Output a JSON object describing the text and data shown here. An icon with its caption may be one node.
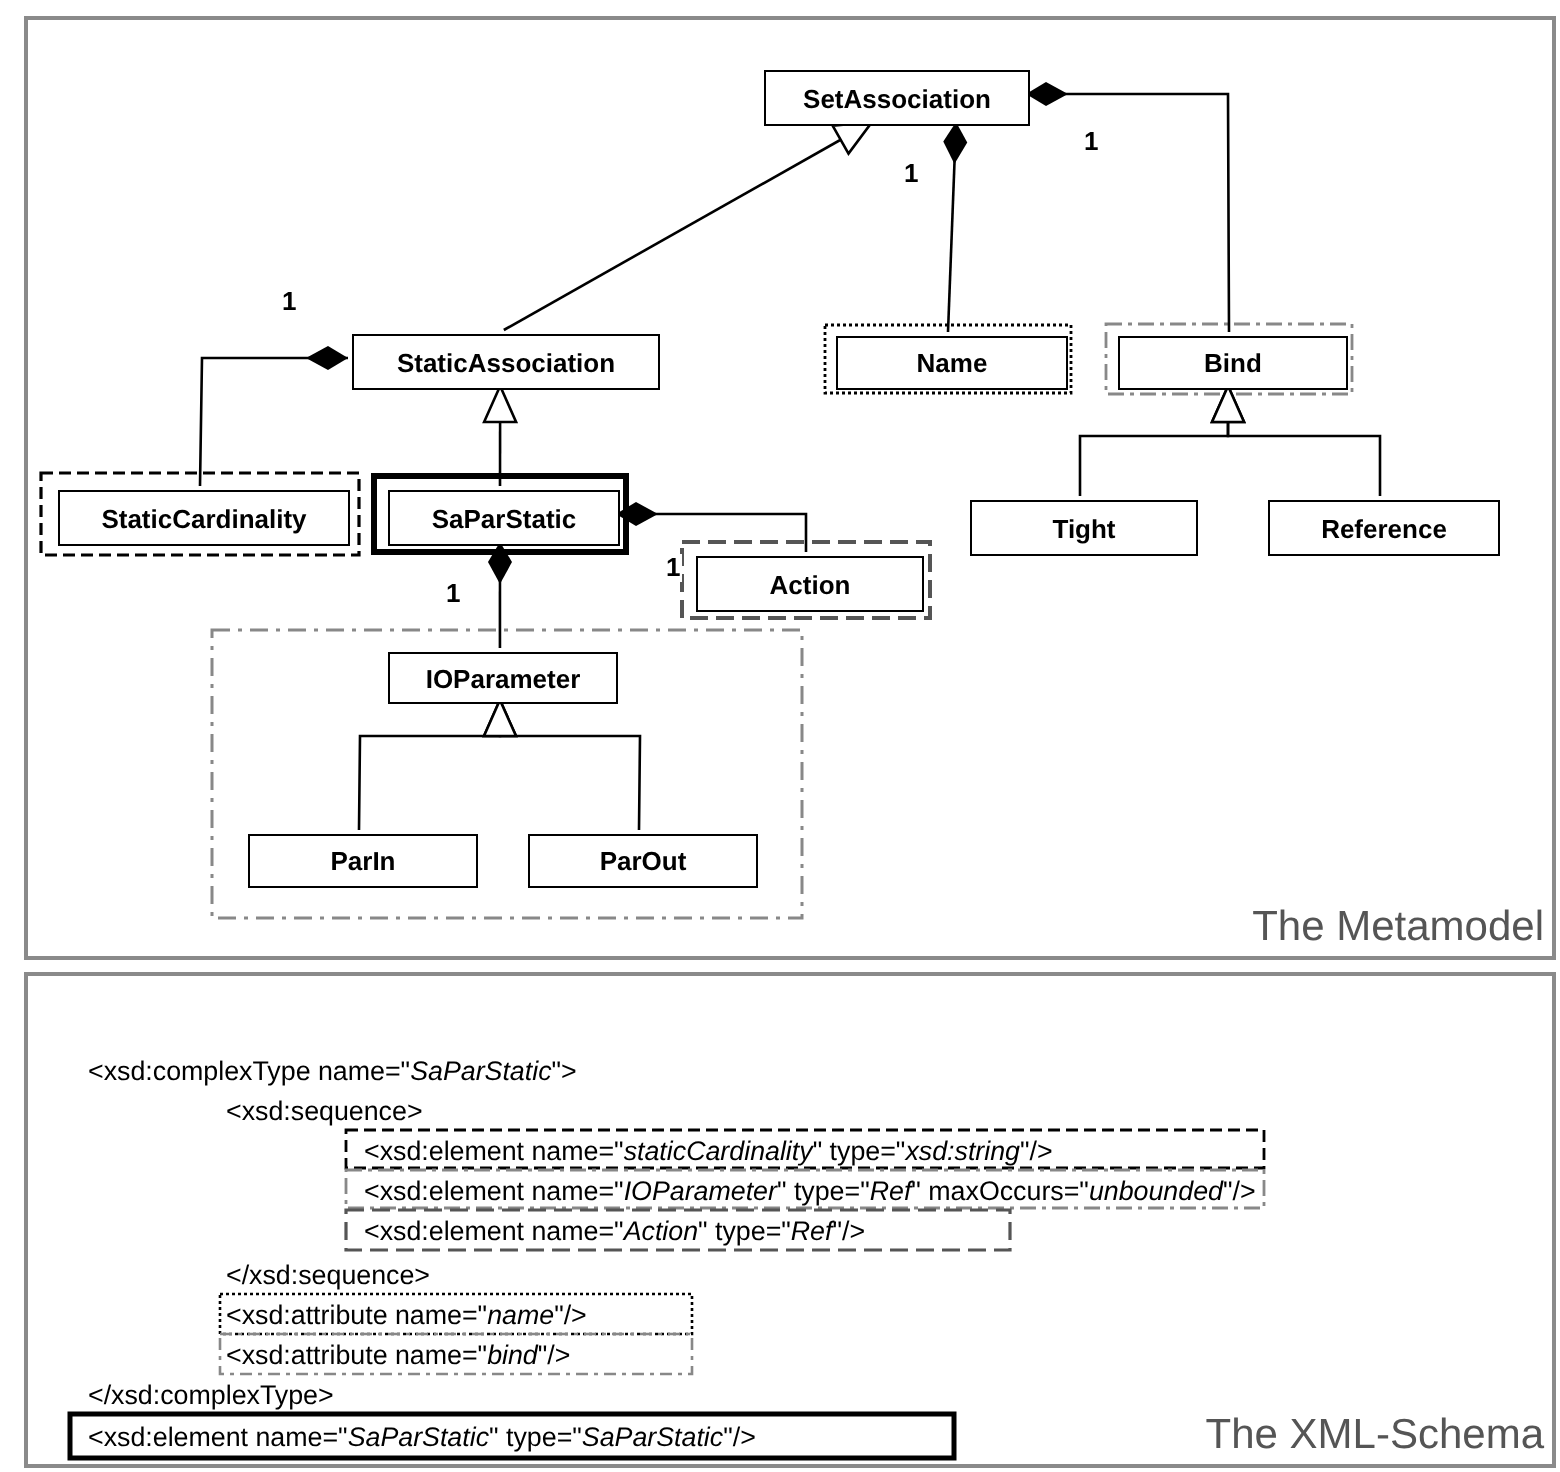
{
  "diagram": {
    "nodes": [
      {
        "text": [
          "The Metamodel"
        ]
      },
      {
        "text": [
          "SetAssociation"
        ],
        "in": 0
      },
      {
        "text": [
          "StaticAssociation"
        ],
        "in": 0
      },
      {
        "text": [
          "Name"
        ],
        "in": 0
      },
      {
        "text": [
          "Bind"
        ],
        "in": 0
      },
      {
        "text": [
          "StaticCardinality"
        ],
        "in": 0
      },
      {
        "text": [
          "SaParStatic"
        ],
        "in": 0
      },
      {
        "text": [
          "Tight"
        ],
        "in": 0
      },
      {
        "text": [
          "Reference"
        ],
        "in": 0
      },
      {
        "text": [
          "Action"
        ],
        "in": 0
      },
      {
        "text": [],
        "shape": "box",
        "in": 0
      },
      {
        "text": [
          "IOParameter"
        ],
        "in": 10
      },
      {
        "text": [
          "ParIn"
        ],
        "in": 10
      },
      {
        "text": [
          "ParOut"
        ],
        "in": 10
      },
      {
        "text": [
          "The XML-Schema"
        ]
      }
    ],
    "edges": [
      {
        "from": 2,
        "to": 1,
        "arrow": "to"
      },
      {
        "from": 1,
        "to": 3,
        "arrow": "other",
        "label": "1"
      },
      {
        "from": 1,
        "to": 4,
        "arrow": "other",
        "label": "1"
      },
      {
        "from": 2,
        "to": 5,
        "arrow": "other",
        "label": "1"
      },
      {
        "from": 6,
        "to": 2,
        "arrow": "to"
      },
      {
        "from": 7,
        "to": 4,
        "arrow": "to"
      },
      {
        "from": 8,
        "to": 4,
        "arrow": "to"
      },
      {
        "from": 6,
        "to": 9,
        "arrow": "other",
        "label": "1"
      },
      {
        "from": 6,
        "to": 11,
        "arrow": "other",
        "label": "1"
      },
      {
        "from": 12,
        "to": 11,
        "arrow": "to"
      },
      {
        "from": 13,
        "to": 11,
        "arrow": "to"
      }
    ],
    "labels": [
      "<xsd:complexType name=\"*SaParStatic*\">",
      "<xsd:sequence>",
      "<xsd:element name=\"*staticCardinality*\" type=\"*xsd:string*\"/>",
      "<xsd:element name=\"*IOParameter*\" type=\"*Ref*\" maxOccurs=\"*unbounded*\"/>",
      "<xsd:element name=\"*Action*\" type=\"*Ref*\"/>",
      "</xsd:sequence>",
      "<xsd:attribute name=\"*name*\"/>",
      "<xsd:attribute name=\"*bind*\"/>",
      "</xsd:complexType>",
      "<xsd:element name=\"*SaParStatic*\" type=\"*SaParStatic*\"/>"
    ]
  }
}
